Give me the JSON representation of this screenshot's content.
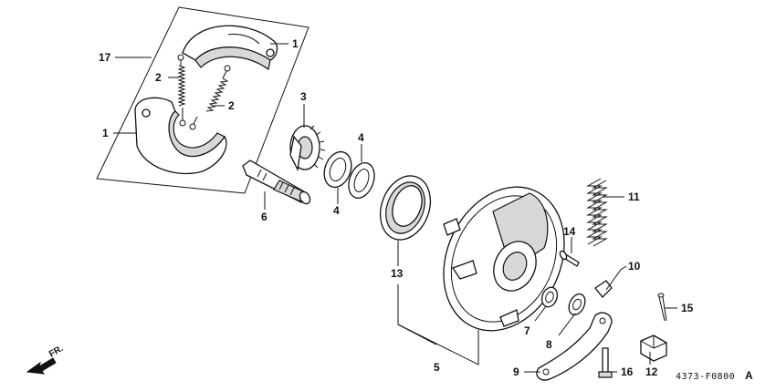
{
  "callouts": [
    {
      "id": "c17",
      "text": "17"
    },
    {
      "id": "c1a",
      "text": "1"
    },
    {
      "id": "c2a",
      "text": "2"
    },
    {
      "id": "c2b",
      "text": "2"
    },
    {
      "id": "c1b",
      "text": "1"
    },
    {
      "id": "c3",
      "text": "3"
    },
    {
      "id": "c4a",
      "text": "4"
    },
    {
      "id": "c4b",
      "text": "4"
    },
    {
      "id": "c6",
      "text": "6"
    },
    {
      "id": "c13",
      "text": "13"
    },
    {
      "id": "c5",
      "text": "5"
    },
    {
      "id": "c11",
      "text": "11"
    },
    {
      "id": "c14",
      "text": "14"
    },
    {
      "id": "c10",
      "text": "10"
    },
    {
      "id": "c15",
      "text": "15"
    },
    {
      "id": "c7",
      "text": "7"
    },
    {
      "id": "c8",
      "text": "8"
    },
    {
      "id": "c9",
      "text": "9"
    },
    {
      "id": "c16",
      "text": "16"
    },
    {
      "id": "c12",
      "text": "12"
    }
  ],
  "direction_label": "FR.",
  "diagram_code": "4373-F0800",
  "diagram_suffix": "A"
}
